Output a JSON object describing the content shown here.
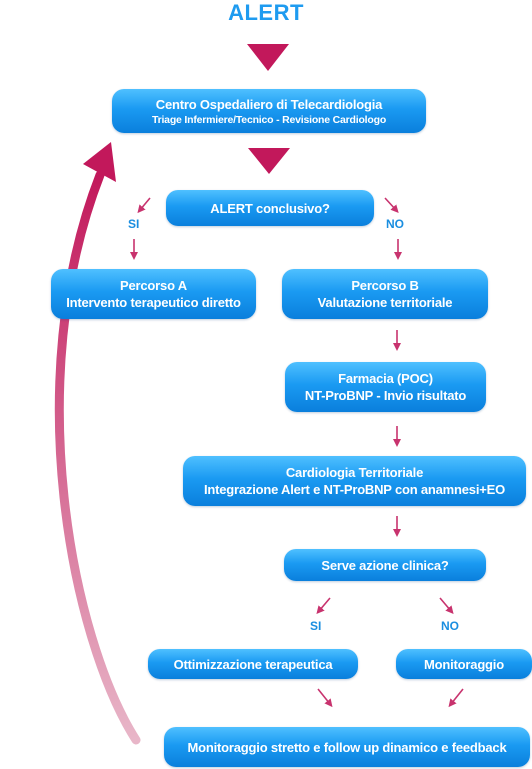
{
  "title": "ALERT",
  "center": {
    "line1": "Centro Ospedaliero di Telecardiologia",
    "line2": "Triage Infermiere/Tecnico - Revisione Cardiologo"
  },
  "question1": "ALERT conclusivo?",
  "branch1": {
    "yes": "SI",
    "no": "NO"
  },
  "percorso_a": {
    "line1": "Percorso A",
    "line2": "Intervento terapeutico diretto"
  },
  "percorso_b": {
    "line1": "Percorso B",
    "line2": "Valutazione territoriale"
  },
  "farmacia": {
    "line1": "Farmacia (POC)",
    "line2": "NT-ProBNP - Invio risultato"
  },
  "cardiologia": {
    "line1": "Cardiologia Territoriale",
    "line2": "Integrazione Alert e NT-ProBNP con anamnesi+EO"
  },
  "question2": "Serve azione clinica?",
  "branch2": {
    "yes": "SI",
    "no": "NO"
  },
  "ottimizzazione": "Ottimizzazione terapeutica",
  "monitoraggio": "Monitoraggio",
  "final": "Monitoraggio stretto e follow up dinamico e feedback",
  "colors": {
    "box": "#1a9af2",
    "arrow": "#c8336e",
    "title": "#1e9bf0"
  }
}
